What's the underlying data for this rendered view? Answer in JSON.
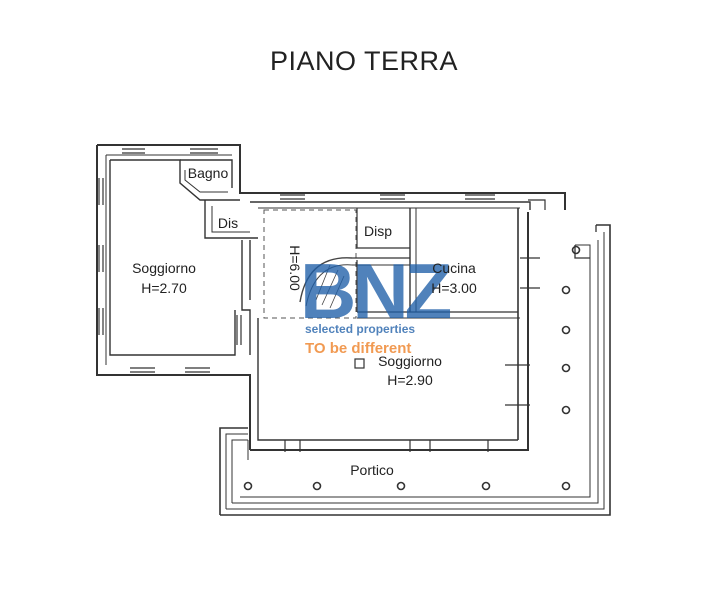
{
  "title": "PIANO TERRA",
  "rooms": {
    "bagno": "Bagno",
    "dis": "Dis",
    "soggiorno_left": "Soggiorno",
    "soggiorno_left_h": "H=2.70",
    "stair_h": "H=6.00",
    "disp": "Disp",
    "cucina": "Cucina",
    "cucina_h": "H=3.00",
    "soggiorno_main": "Soggiorno",
    "soggiorno_main_h": "H=2.90",
    "portico": "Portico"
  },
  "watermark": {
    "logo": "BNZ",
    "line1": "selected properties",
    "line2": "TO be different",
    "colors": {
      "blue": "#1f5fa8",
      "orange": "#ee7e22"
    }
  },
  "colors": {
    "wall": "#333333",
    "background": "#ffffff"
  }
}
